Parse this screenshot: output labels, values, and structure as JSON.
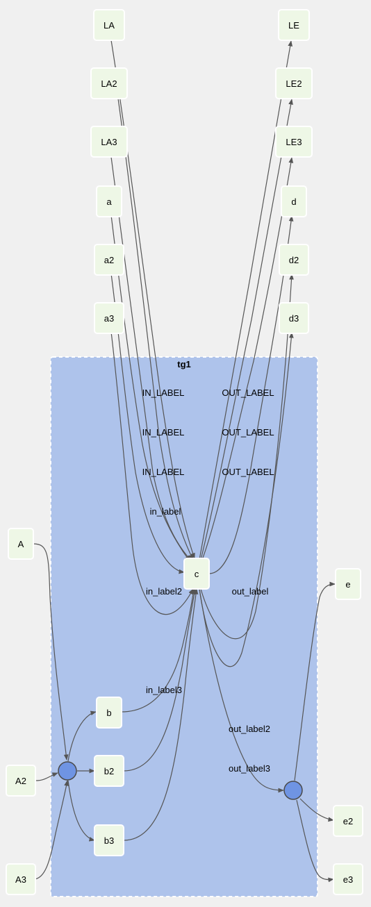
{
  "colors": {
    "node_fill": "#eef7e6",
    "group_fill": "#aec3eb",
    "junction_fill": "#6f94e3",
    "edge": "#555555"
  },
  "group": {
    "title": "tg1"
  },
  "nodes": {
    "LA": "LA",
    "LA2": "LA2",
    "LA3": "LA3",
    "a": "a",
    "a2": "a2",
    "a3": "a3",
    "LE": "LE",
    "LE2": "LE2",
    "LE3": "LE3",
    "d": "d",
    "d2": "d2",
    "d3": "d3",
    "c": "c",
    "A": "A",
    "A2": "A2",
    "A3": "A3",
    "b": "b",
    "b2": "b2",
    "b3": "b3",
    "e": "e",
    "e2": "e2",
    "e3": "e3"
  },
  "edge_labels": {
    "in_label_1": "IN_LABEL",
    "in_label_2": "IN_LABEL",
    "in_label_3": "IN_LABEL",
    "in_label_lower": "in_label",
    "in_label2": "in_label2",
    "in_label3": "in_label3",
    "out_label_1": "OUT_LABEL",
    "out_label_2": "OUT_LABEL",
    "out_label_3": "OUT_LABEL",
    "out_label_lower": "out_label",
    "out_label2": "out_label2",
    "out_label3": "out_label3"
  }
}
